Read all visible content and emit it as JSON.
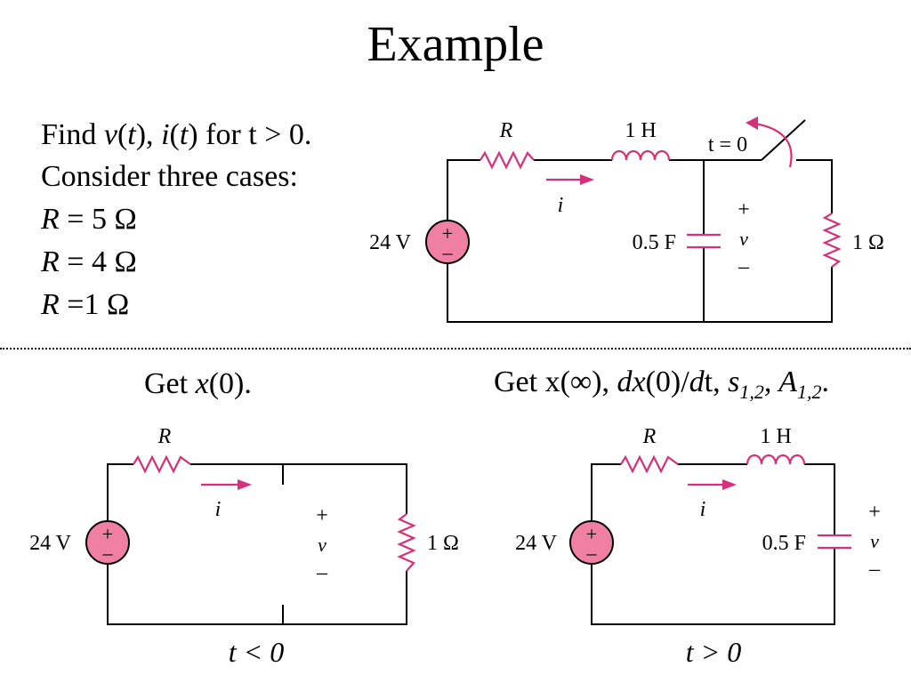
{
  "slide": {
    "title": "Example"
  },
  "problem": {
    "line1": {
      "a": "Find ",
      "v": "v",
      "vt": "(",
      "vt_t": "t",
      "vt_c": "), ",
      "i": "i",
      "it": "(",
      "it_t": "t",
      "it_c": ") for t > 0."
    },
    "line2": "Consider three cases:",
    "cases": [
      {
        "var": "R",
        "rest": " = 5 Ω"
      },
      {
        "var": "R",
        "rest": " = 4 Ω"
      },
      {
        "var": "R",
        "rest": " =1 Ω"
      }
    ]
  },
  "captions": {
    "left": {
      "pre": "Get ",
      "x": "x",
      "post": "(0)."
    },
    "right": {
      "pre": "Get x(∞), ",
      "dx": "dx",
      "mid": "(0)/",
      "d": "d",
      "t": "t, ",
      "s": "s",
      "s_sub": "1,2",
      "comma": ", ",
      "A": "A",
      "A_sub": "1,2",
      "end": "."
    }
  },
  "circuits": {
    "main": {
      "resistor": "R",
      "inductor": "1 H",
      "switch": "t = 0",
      "current": "i",
      "source": "24 V",
      "capacitor": "0.5 F",
      "plus": "+",
      "volt": "v",
      "minus": "–",
      "load": "1 Ω"
    },
    "before": {
      "resistor": "R",
      "current": "i",
      "source": "24 V",
      "plus": "+",
      "volt": "v",
      "minus": "–",
      "load": "1 Ω",
      "time": "t < 0"
    },
    "after": {
      "resistor": "R",
      "inductor": "1 H",
      "current": "i",
      "source": "24 V",
      "capacitor": "0.5 F",
      "plus": "+",
      "volt": "v",
      "minus": "–",
      "time": "t > 0"
    }
  },
  "colors": {
    "accent": "#d6307a",
    "source_fill": "#ef7fa3",
    "wire": "#000000"
  }
}
